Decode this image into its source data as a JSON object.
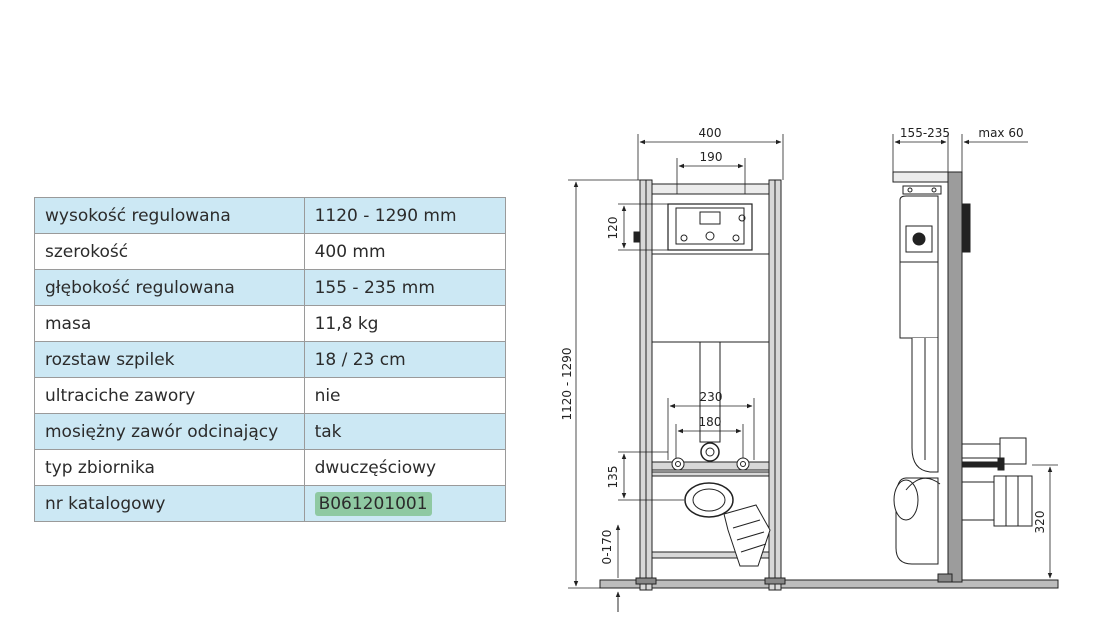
{
  "specs": {
    "rows": [
      {
        "label": "wysokość regulowana",
        "value": "1120 - 1290 mm"
      },
      {
        "label": "szerokość",
        "value": "400 mm"
      },
      {
        "label": "głębokość regulowana",
        "value": "155 - 235 mm"
      },
      {
        "label": "masa",
        "value": "11,8 kg"
      },
      {
        "label": "rozstaw szpilek",
        "value": "18 / 23 cm"
      },
      {
        "label": "ultraciche zawory",
        "value": "nie"
      },
      {
        "label": "mosiężny zawór odcinający",
        "value": "tak"
      },
      {
        "label": "typ zbiornika",
        "value": "dwuczęściowy"
      },
      {
        "label": "nr katalogowy",
        "value": "B061201001"
      }
    ]
  },
  "drawing": {
    "front": {
      "width": "400",
      "inner_width": "190",
      "height": "1120 - 1290",
      "panel_height": "120",
      "stud_spacing_outer": "230",
      "stud_spacing_inner": "180",
      "stud_height": "135",
      "floor_adjust": "0-170"
    },
    "side": {
      "depth": "155-235",
      "wall_max": "max 60",
      "outlet_height": "320"
    }
  },
  "colors": {
    "row_highlight": "#cce8f4",
    "catalog_highlight": "#8fc9a2",
    "frame_gray": "#9c9c9c",
    "line": "#222222"
  }
}
